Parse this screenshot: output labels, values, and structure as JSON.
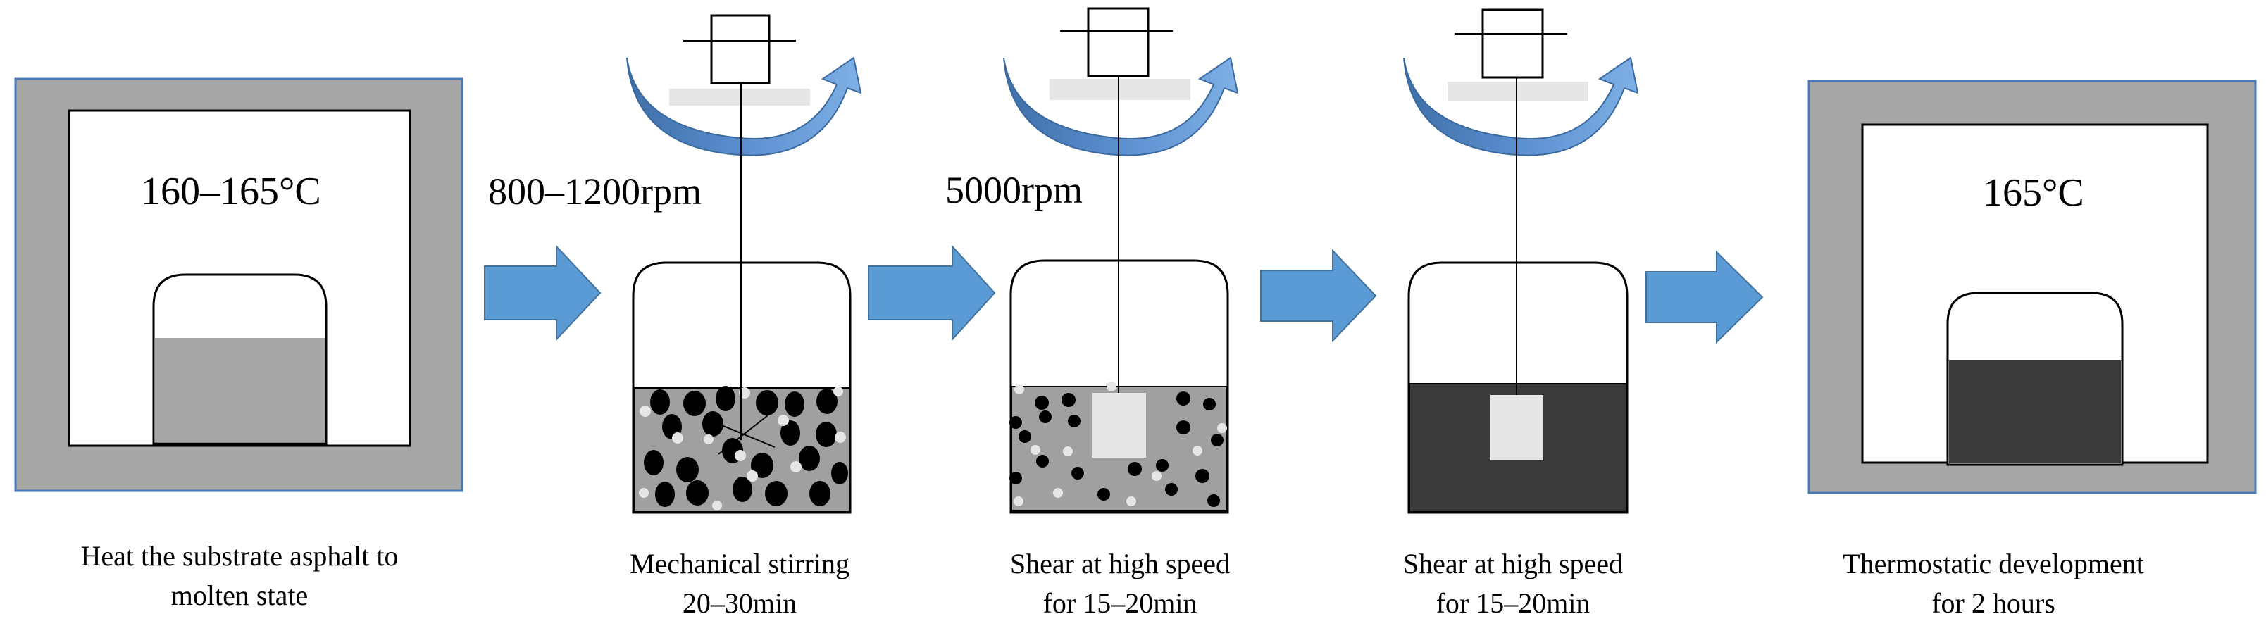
{
  "steps": [
    {
      "caption_line1": "Heat the substrate asphalt to",
      "caption_line2": "molten state",
      "temperature": "160–165°C"
    },
    {
      "caption_line1": "Mechanical stirring",
      "caption_line2": "20–30min",
      "speed": "800–1200rpm"
    },
    {
      "caption_line1": "Shear at high speed",
      "caption_line2": "for 15–20min",
      "speed": "5000rpm"
    },
    {
      "caption_line1": "Shear at high speed",
      "caption_line2": "for 15–20min"
    },
    {
      "caption_line1": "Thermostatic development",
      "caption_line2": "for 2 hours",
      "temperature": "165°C"
    }
  ],
  "colors": {
    "oven_frame": "#a6a6a6",
    "oven_border": "#4a7ab5",
    "molten_asphalt": "#a6a6a6",
    "mixture_gray": "#a0a0a0",
    "modified_asphalt": "#3a3a3a",
    "particle_black": "#000000",
    "particle_white": "#e6e6e6",
    "process_arrow": "#5b9bd5",
    "rotation_arrow": "#4f81bd",
    "shear_head": "#e6e6e6"
  },
  "icons": [
    "oven-icon",
    "beaker-icon",
    "flow-arrow-icon",
    "rotation-arrow-icon",
    "motor-icon",
    "shear-head-icon"
  ]
}
